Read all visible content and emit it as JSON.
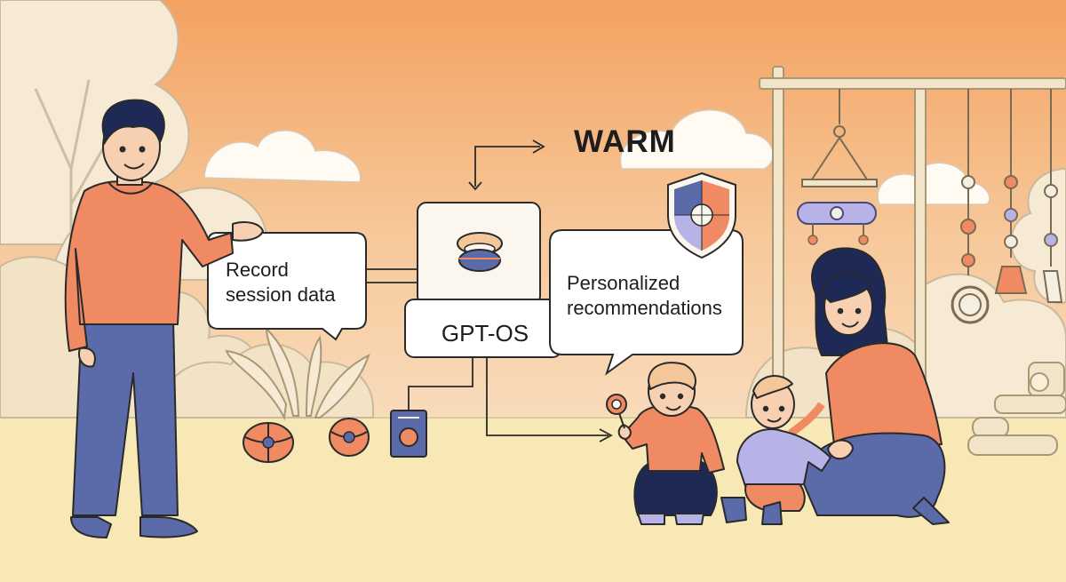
{
  "title": "WARM",
  "nodes": {
    "record": {
      "line1": "Record",
      "line2": "session data"
    },
    "core": {
      "label": "GPT-OS"
    },
    "recommend": {
      "line1": "Personalized",
      "line2": "recommendations"
    }
  },
  "colors": {
    "sky_top": "#f3a261",
    "sky_bottom": "#f8dcbc",
    "ground": "#f8e8b6",
    "accent_orange": "#ef8a62",
    "accent_navy": "#1e2a55",
    "accent_blue": "#5b6aa8",
    "accent_lavender": "#b7b3e6",
    "outline": "#2a2a2a"
  },
  "icons": [
    "shield-icon",
    "lens-icon",
    "ball-icon",
    "speaker-icon",
    "rattle-icon"
  ]
}
